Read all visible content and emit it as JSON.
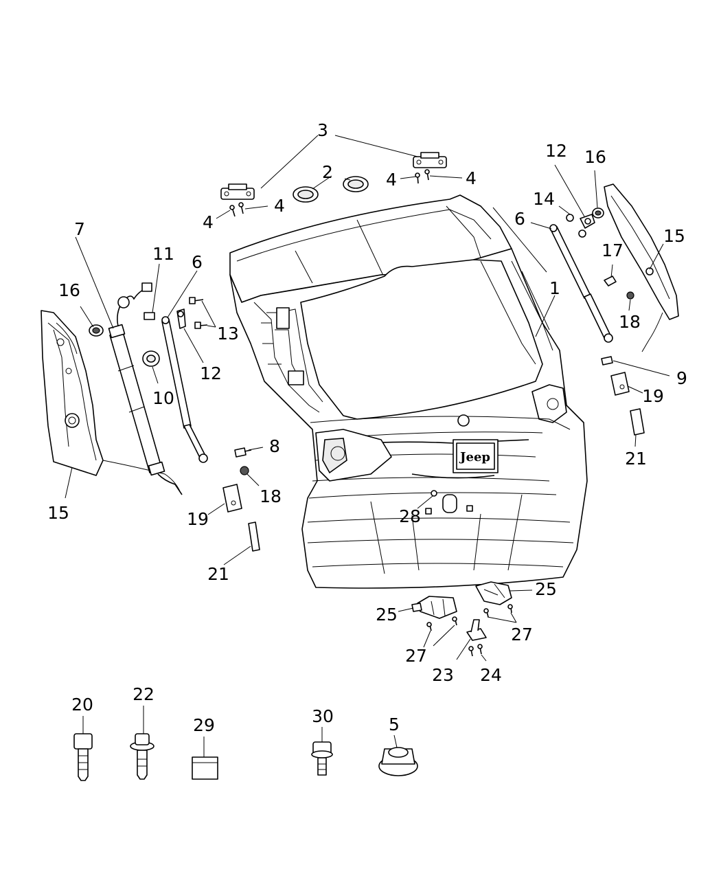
{
  "callouts": {
    "c1": "1",
    "c2": "2",
    "c3": "3",
    "c4a": "4",
    "c4b": "4",
    "c4c": "4",
    "c4d": "4",
    "c5": "5",
    "c6a": "6",
    "c6b": "6",
    "c7": "7",
    "c8": "8",
    "c9": "9",
    "c10": "10",
    "c11": "11",
    "c12a": "12",
    "c12b": "12",
    "c13": "13",
    "c14": "14",
    "c15a": "15",
    "c15b": "15",
    "c16a": "16",
    "c16b": "16",
    "c17": "17",
    "c18a": "18",
    "c18b": "18",
    "c19a": "19",
    "c19b": "19",
    "c20": "20",
    "c21a": "21",
    "c21b": "21",
    "c22": "22",
    "c23": "23",
    "c24": "24",
    "c25a": "25",
    "c25b": "25",
    "c27a": "27",
    "c27b": "27",
    "c28": "28",
    "c29": "29",
    "c30": "30"
  },
  "badge_text": "Jeep"
}
